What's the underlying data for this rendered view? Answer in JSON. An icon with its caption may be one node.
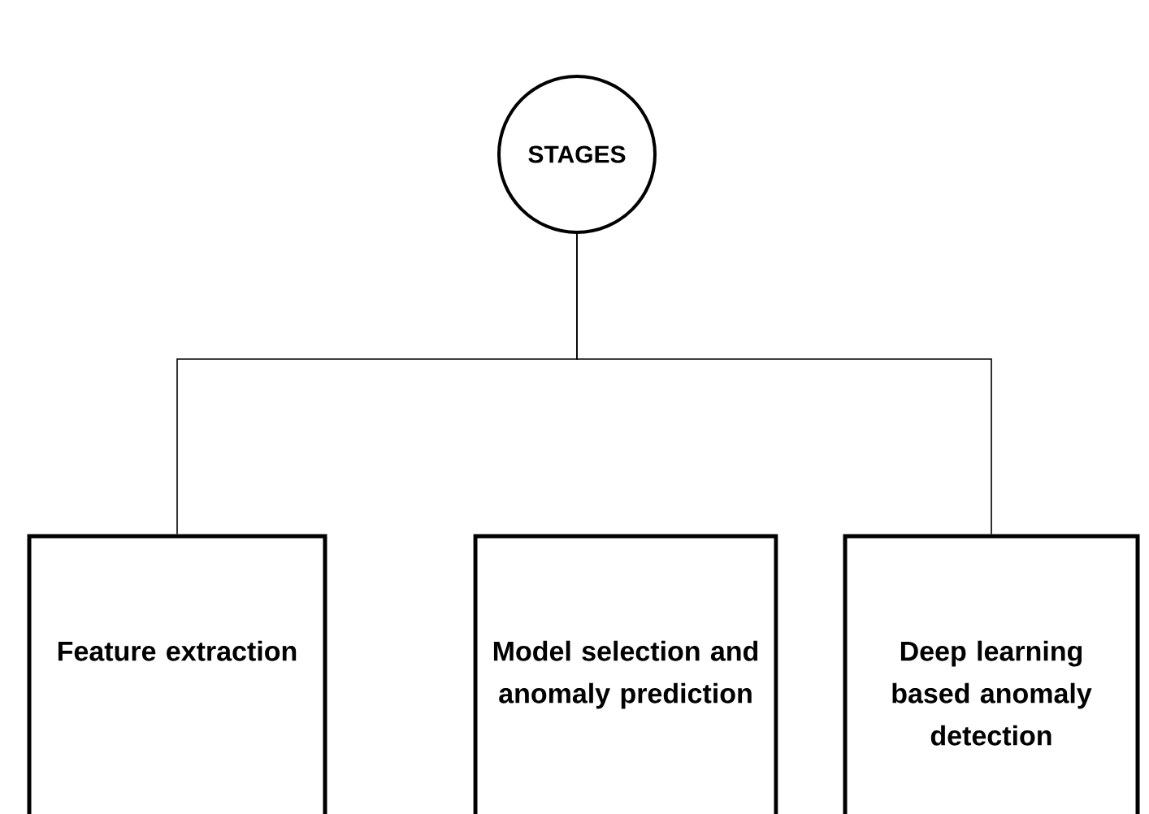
{
  "diagram": {
    "nodes": [
      {
        "text": [
          "STAGES"
        ]
      },
      {
        "text": [
          "Feature extraction"
        ]
      },
      {
        "text": [
          "Model selection and anomaly prediction"
        ]
      },
      {
        "text": [
          "Deep learning based anomaly detection"
        ]
      }
    ],
    "edges": [
      {
        "from": 0,
        "to": 1,
        "arrow": "none"
      },
      {
        "from": 0,
        "to": 3,
        "arrow": "none"
      }
    ]
  }
}
